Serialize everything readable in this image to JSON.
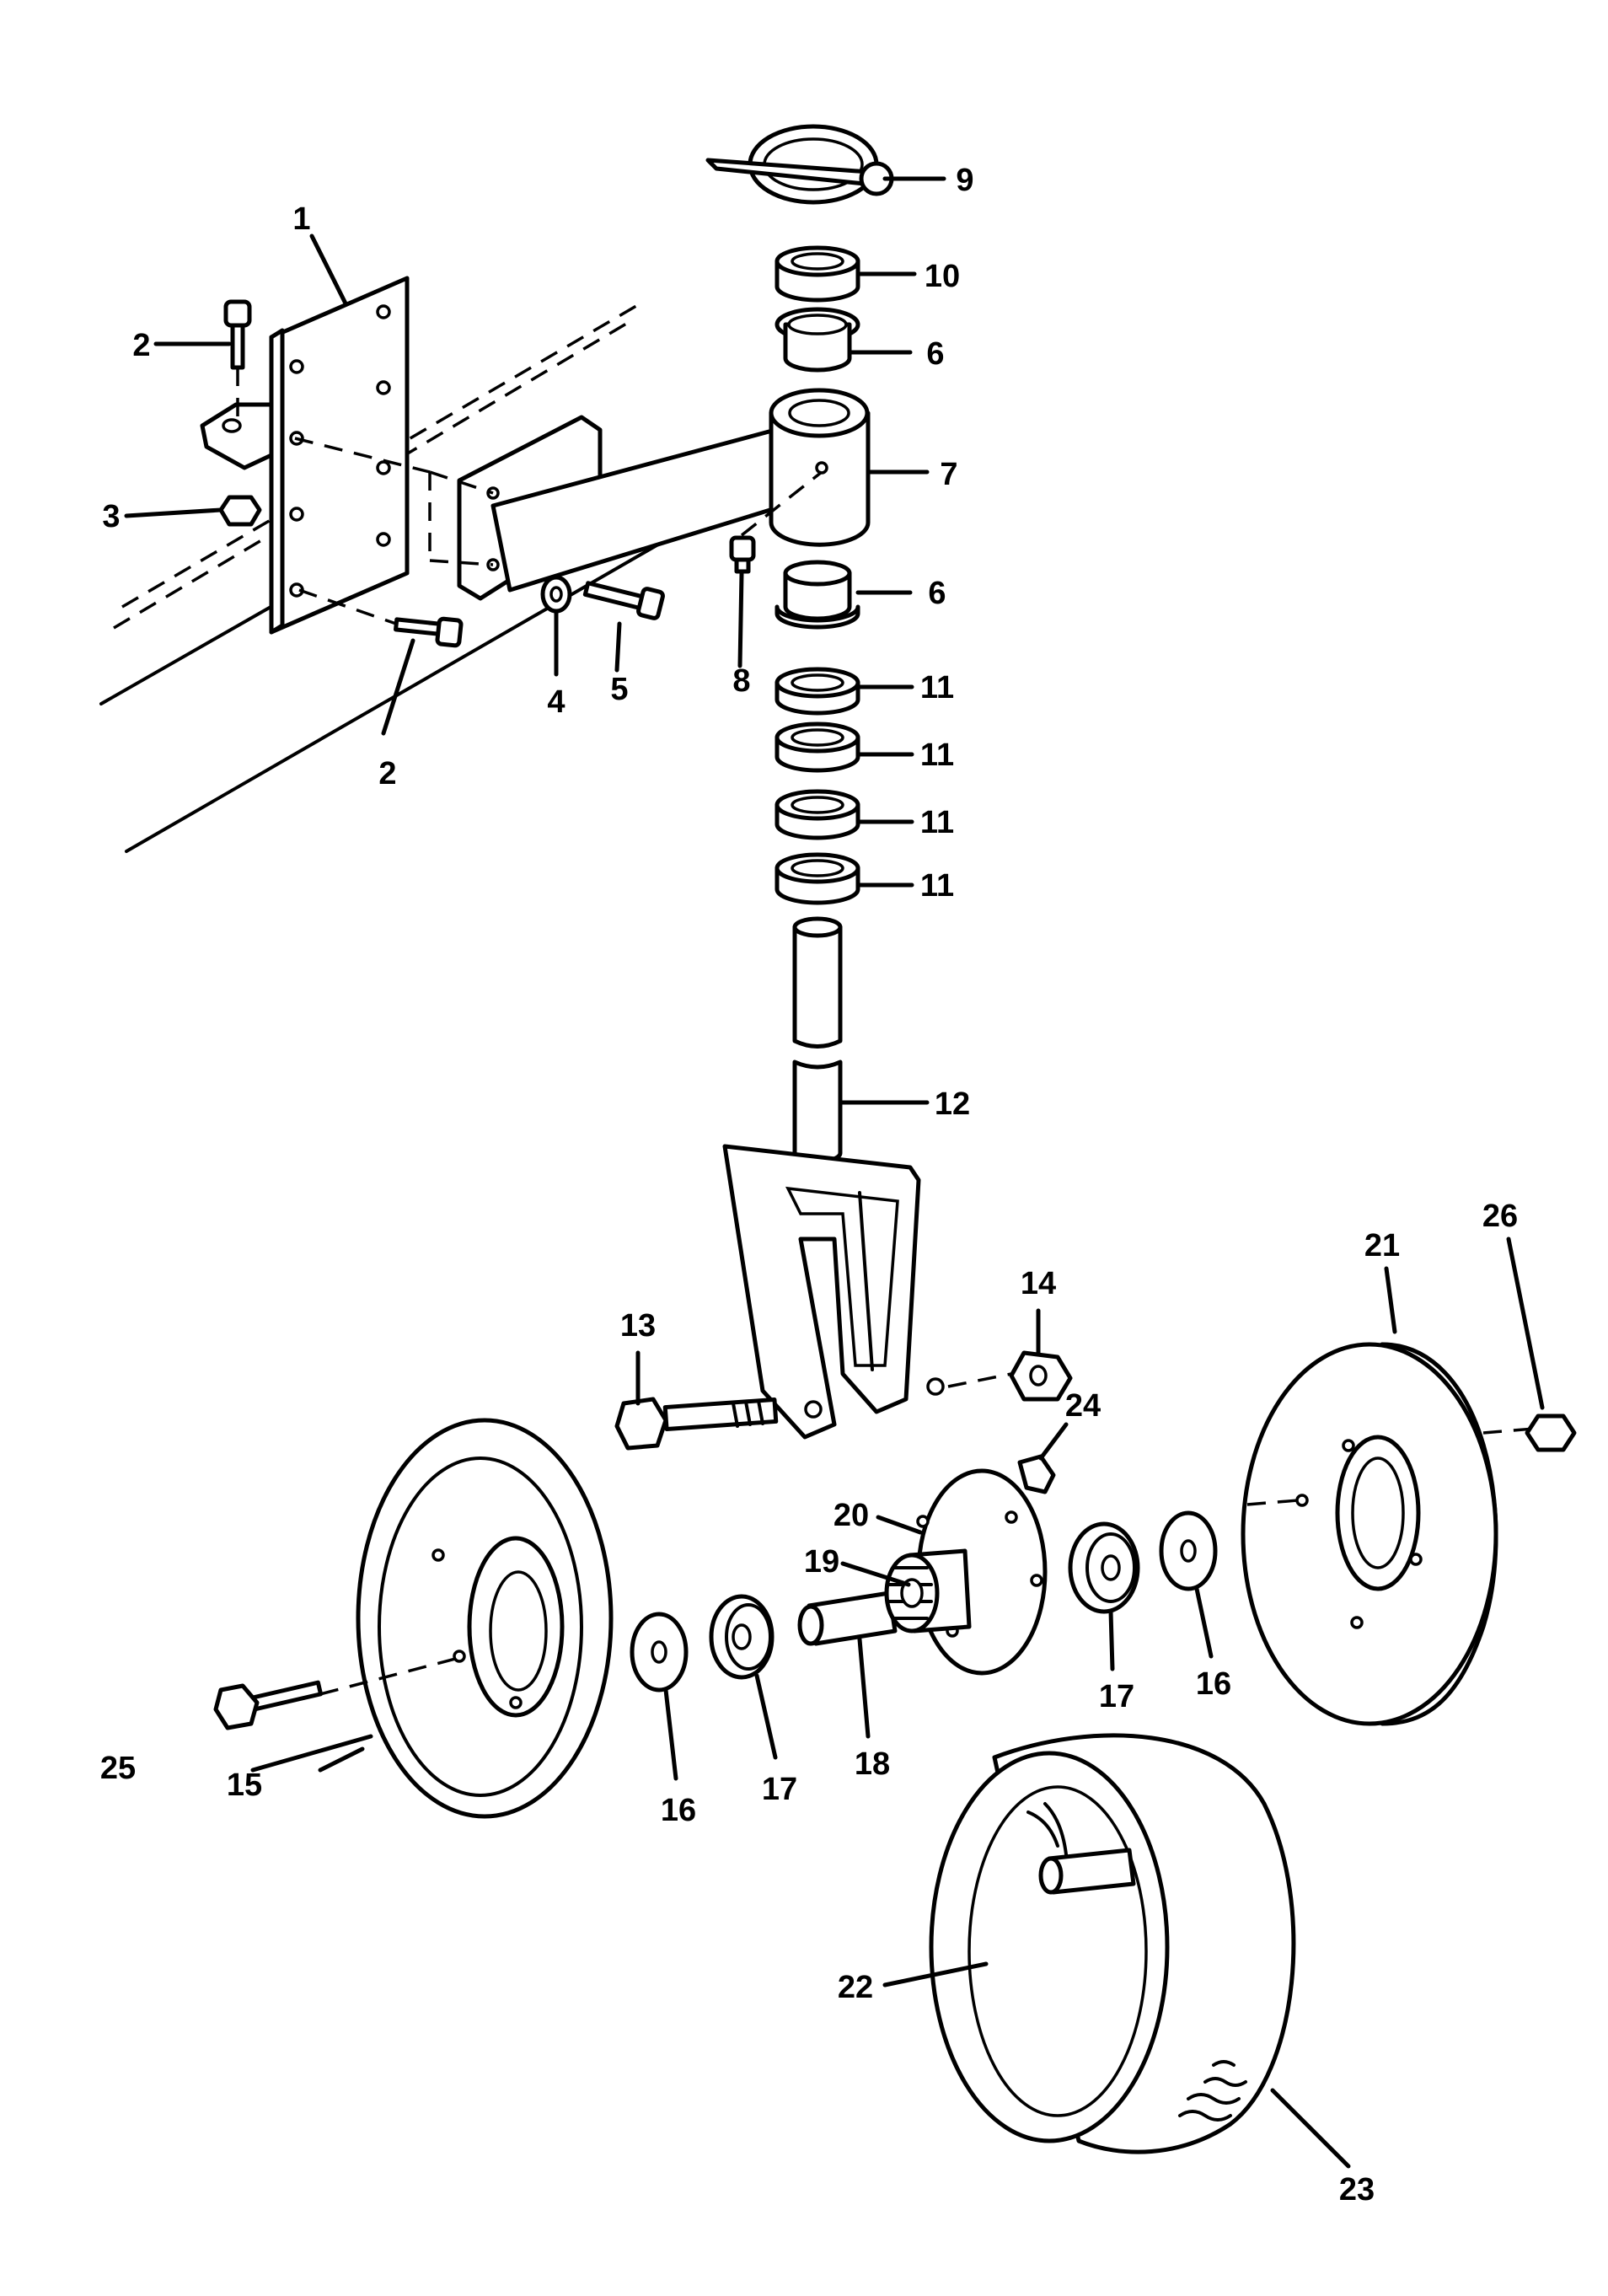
{
  "diagram": {
    "type": "exploded-parts-view",
    "callouts": [
      "1",
      "2",
      "2",
      "3",
      "4",
      "5",
      "6",
      "6",
      "7",
      "8",
      "9",
      "10",
      "11",
      "11",
      "11",
      "11",
      "12",
      "13",
      "14",
      "15",
      "16",
      "16",
      "17",
      "17",
      "18",
      "19",
      "20",
      "21",
      "22",
      "23",
      "24",
      "25",
      "26"
    ]
  }
}
